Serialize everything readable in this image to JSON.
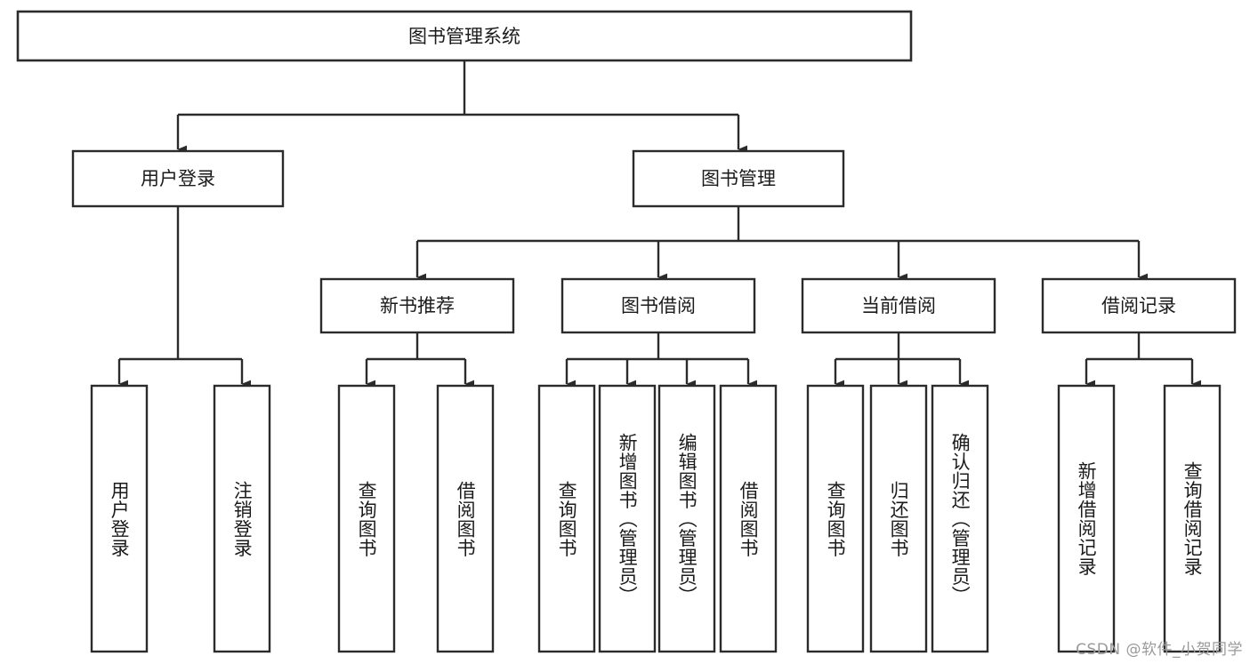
{
  "diagram": {
    "type": "tree-hierarchy-flowchart",
    "title": "图书管理系统",
    "orientation": "top-down",
    "colors": {
      "box_stroke": "#2b2b2b",
      "box_fill": "#ffffff",
      "connector": "#2b2b2b",
      "text": "#1b1b1b",
      "background": "#ffffff",
      "watermark": "#9a9a9a"
    },
    "levels": {
      "root": {
        "label": "图书管理系统"
      },
      "level2": [
        {
          "label": "用户登录"
        },
        {
          "label": "图书管理"
        }
      ],
      "level3": [
        {
          "label": "新书推荐"
        },
        {
          "label": "图书借阅"
        },
        {
          "label": "当前借阅"
        },
        {
          "label": "借阅记录"
        }
      ],
      "leaves": {
        "user_login": [
          {
            "label": "用户登录"
          },
          {
            "label": "注销登录"
          }
        ],
        "new_book_recommend": [
          {
            "label": "查询图书"
          },
          {
            "label": "借阅图书"
          }
        ],
        "book_borrow": [
          {
            "label": "查询图书"
          },
          {
            "label": "新增图书（管理员）"
          },
          {
            "label": "编辑图书（管理员）"
          },
          {
            "label": "借阅图书"
          }
        ],
        "current_borrow": [
          {
            "label": "查询图书"
          },
          {
            "label": "归还图书"
          },
          {
            "label": "确认归还（管理员）"
          }
        ],
        "borrow_record": [
          {
            "label": "新增借阅记录"
          },
          {
            "label": "查询借阅记录"
          }
        ]
      }
    }
  },
  "watermark": {
    "text": "CSDN @软件_小贺同学"
  }
}
